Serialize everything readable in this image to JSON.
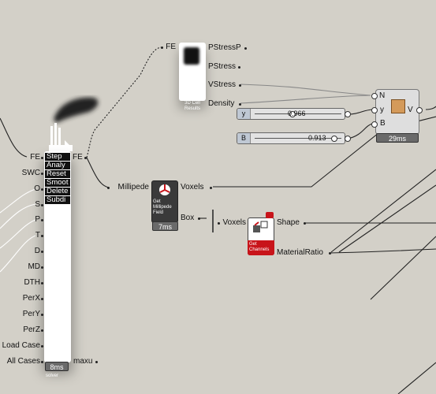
{
  "solver": {
    "menu": [
      "Step",
      "Analy",
      "Reset",
      "Smoot",
      "Delete",
      "Subdi"
    ],
    "inputs": [
      "FE",
      "SWC",
      "O",
      "S",
      "P",
      "T",
      "D",
      "MD",
      "DTH",
      "PerX",
      "PerY",
      "PerZ",
      "Load Case",
      "All Cases"
    ],
    "outputs": [
      "FE",
      "maxu"
    ],
    "timer": "8ms",
    "caption": "solver"
  },
  "cell_results": {
    "input": "FE",
    "outputs": [
      "PStressP",
      "PStress",
      "VStress",
      "Density"
    ],
    "caption": "3D Cell Results"
  },
  "sliders": [
    {
      "key": "y",
      "value": "0.966",
      "fraction": 0.42
    },
    {
      "key": "B",
      "value": "0.913",
      "fraction": 0.93
    }
  ],
  "construct_point": {
    "inputs": [
      "N",
      "y",
      "B"
    ],
    "output": "V",
    "timer": "29ms"
  },
  "millipede_field": {
    "input": "Millipede",
    "outputs": [
      "Voxels",
      "Box"
    ],
    "caption": "Get Millipede Field",
    "timer": "7ms"
  },
  "get_channels": {
    "input": "Voxels",
    "outputs": [
      "Shape",
      "MaterialRatio"
    ],
    "caption": "Get Channels"
  },
  "colors": {
    "canvas": "#d3d0c8",
    "channels_red": "#c8141a",
    "knob": "#ffffff"
  },
  "icons": [
    "smoke-icon",
    "cube-icon",
    "box-icon",
    "field-icon",
    "channels-icon"
  ]
}
